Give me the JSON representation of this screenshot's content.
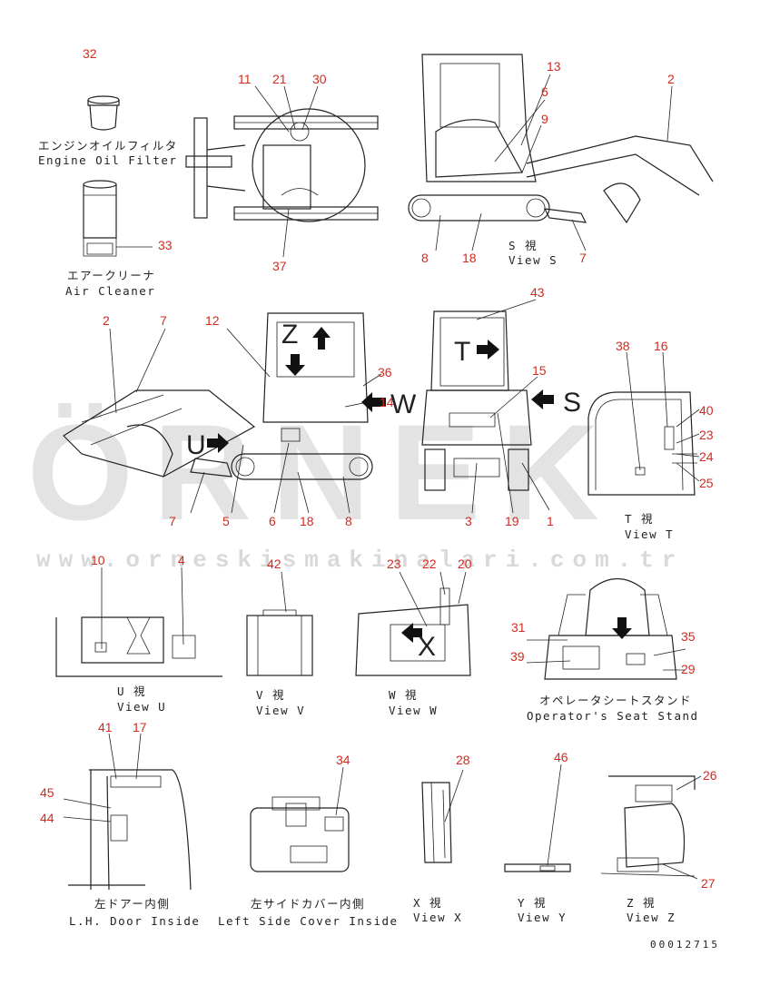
{
  "watermark": {
    "logo": "ÖRNEK",
    "url": "www.orneskismakinalari.com.tr"
  },
  "drawing_code": "00012715",
  "view_letters": {
    "z": "Z",
    "t": "T",
    "s": "S",
    "u": "U",
    "w": "W",
    "x": "X"
  },
  "captions": {
    "engine_oil_filter_jp": "エンジンオイルフィルタ",
    "engine_oil_filter_en": "Engine Oil Filter",
    "air_cleaner_jp": "エアークリーナ",
    "air_cleaner_en": "Air Cleaner",
    "view_s_jp": "S  視",
    "view_s_en": "View S",
    "view_t_jp": "T  視",
    "view_t_en": "View T",
    "view_u_jp": "U  視",
    "view_u_en": "View U",
    "view_v_jp": "V  視",
    "view_v_en": "View V",
    "view_w_jp": "W  視",
    "view_w_en": "View W",
    "seat_stand_jp": "オペレータシートスタンド",
    "seat_stand_en": "Operator's Seat Stand",
    "lh_door_jp": "左ドアー内側",
    "lh_door_en": "L.H. Door Inside",
    "left_cover_jp": "左サイドカバー内側",
    "left_cover_en": "Left Side Cover Inside",
    "view_x_jp": "X  視",
    "view_x_en": "View X",
    "view_y_jp": "Y  視",
    "view_y_en": "View Y",
    "view_z_jp": "Z  視",
    "view_z_en": "View Z"
  },
  "callouts": [
    {
      "id": "c32",
      "text": "32"
    },
    {
      "id": "c11",
      "text": "11"
    },
    {
      "id": "c21",
      "text": "21"
    },
    {
      "id": "c30",
      "text": "30"
    },
    {
      "id": "c13",
      "text": "13"
    },
    {
      "id": "c2a",
      "text": "2"
    },
    {
      "id": "c6a",
      "text": "6"
    },
    {
      "id": "c9",
      "text": "9"
    },
    {
      "id": "c33",
      "text": "33"
    },
    {
      "id": "c37",
      "text": "37"
    },
    {
      "id": "c8a",
      "text": "8"
    },
    {
      "id": "c18a",
      "text": "18"
    },
    {
      "id": "c7a",
      "text": "7"
    },
    {
      "id": "c43",
      "text": "43"
    },
    {
      "id": "c2b",
      "text": "2"
    },
    {
      "id": "c7b",
      "text": "7"
    },
    {
      "id": "c12",
      "text": "12"
    },
    {
      "id": "c36",
      "text": "36"
    },
    {
      "id": "c14",
      "text": "14"
    },
    {
      "id": "c15",
      "text": "15"
    },
    {
      "id": "c38",
      "text": "38"
    },
    {
      "id": "c16",
      "text": "16"
    },
    {
      "id": "c40",
      "text": "40"
    },
    {
      "id": "c23a",
      "text": "23"
    },
    {
      "id": "c24",
      "text": "24"
    },
    {
      "id": "c25",
      "text": "25"
    },
    {
      "id": "c7c",
      "text": "7"
    },
    {
      "id": "c5",
      "text": "5"
    },
    {
      "id": "c6b",
      "text": "6"
    },
    {
      "id": "c18b",
      "text": "18"
    },
    {
      "id": "c8b",
      "text": "8"
    },
    {
      "id": "c3",
      "text": "3"
    },
    {
      "id": "c19",
      "text": "19"
    },
    {
      "id": "c1",
      "text": "1"
    },
    {
      "id": "c10",
      "text": "10"
    },
    {
      "id": "c4",
      "text": "4"
    },
    {
      "id": "c42",
      "text": "42"
    },
    {
      "id": "c23b",
      "text": "23"
    },
    {
      "id": "c22",
      "text": "22"
    },
    {
      "id": "c20",
      "text": "20"
    },
    {
      "id": "c31",
      "text": "31"
    },
    {
      "id": "c35",
      "text": "35"
    },
    {
      "id": "c39",
      "text": "39"
    },
    {
      "id": "c29",
      "text": "29"
    },
    {
      "id": "c41",
      "text": "41"
    },
    {
      "id": "c17",
      "text": "17"
    },
    {
      "id": "c45",
      "text": "45"
    },
    {
      "id": "c44",
      "text": "44"
    },
    {
      "id": "c34",
      "text": "34"
    },
    {
      "id": "c28",
      "text": "28"
    },
    {
      "id": "c46",
      "text": "46"
    },
    {
      "id": "c26",
      "text": "26"
    },
    {
      "id": "c27",
      "text": "27"
    }
  ]
}
